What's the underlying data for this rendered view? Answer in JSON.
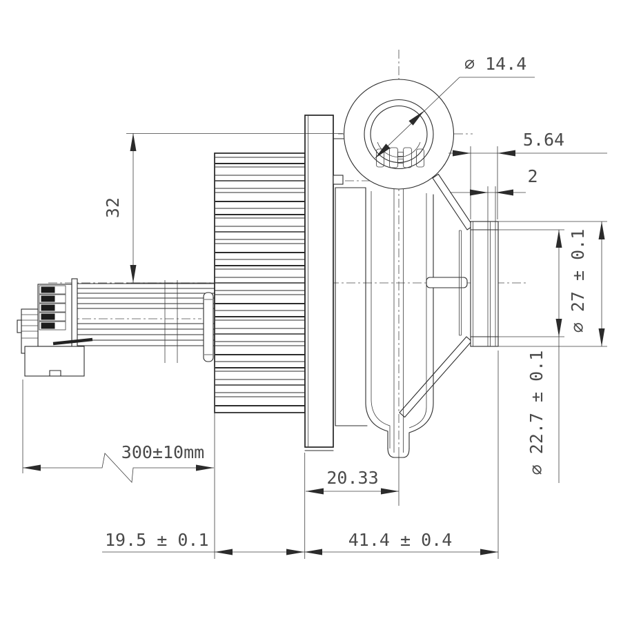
{
  "drawing": {
    "background": "#ffffff",
    "line_color": "#2b2b2b",
    "dim_text_color": "#4a4a4a",
    "dimensions": {
      "inlet_bore_diameter": "∅ 14.4",
      "port_total_width": "5.64",
      "port_lip_width": "2",
      "port_outer_diameter": "∅ 27 ± 0.1",
      "port_groove_diameter": "∅ 22.7 ± 0.1",
      "inlet_offset_height": "32",
      "cable_length": "300±10mm",
      "pump_head_depth": "20.33",
      "motor_section_length": "19.5 ± 0.1",
      "pump_section_length": "41.4 ± 0.4"
    }
  }
}
